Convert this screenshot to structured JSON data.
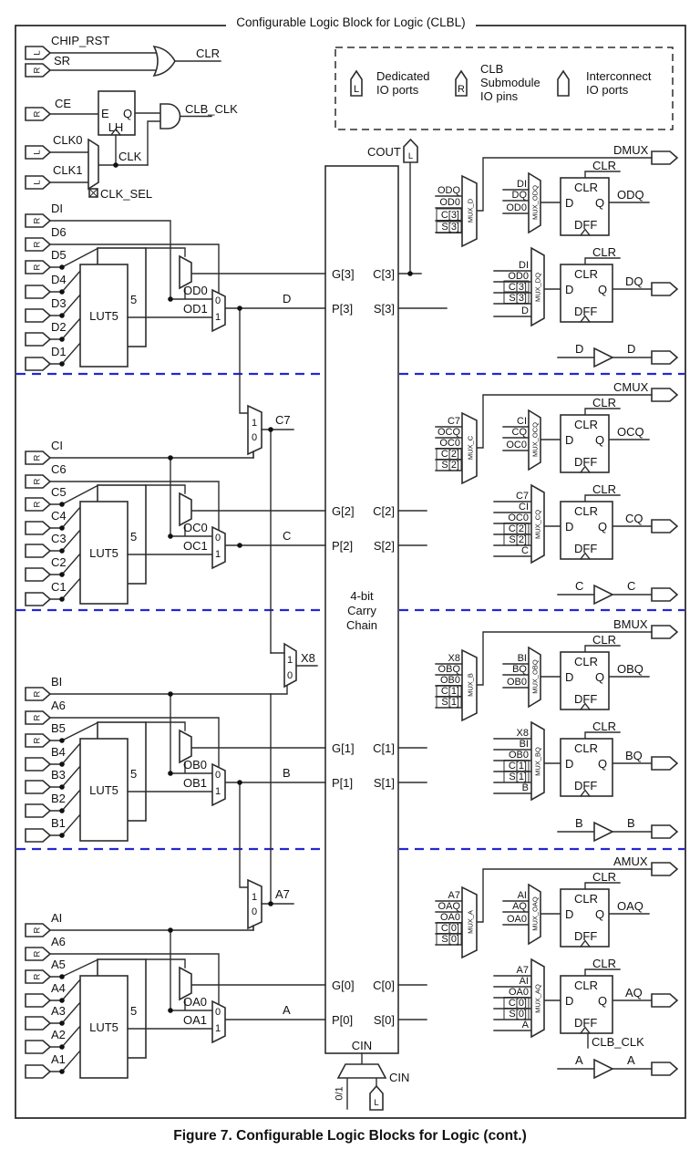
{
  "title": "Configurable Logic Block for Logic (CLBL)",
  "caption": "Figure 7. Configurable Logic Blocks for Logic (cont.)",
  "colors": {
    "wire": "#2d2d2d",
    "separator": "#2626d2"
  },
  "legend": {
    "dedicated": {
      "icon": "L",
      "line1": "Dedicated",
      "line2": "IO ports"
    },
    "submodule": {
      "icon": "R",
      "line1": "CLB",
      "line2": "Submodule",
      "line3": "IO pins"
    },
    "interconnect": {
      "line1": "Interconnect",
      "line2": "IO ports"
    }
  },
  "clock": {
    "chip_rst": "CHIP_RST",
    "chip_rst_port": "L",
    "sr": "SR",
    "sr_port": "R",
    "clr": "CLR",
    "ce": "CE",
    "ce_port": "R",
    "e": "E",
    "q": "Q",
    "lh": "LH",
    "clb_clk": "CLB_CLK",
    "clk0": "CLK0",
    "clk0_port": "L",
    "clk1": "CLK1",
    "clk1_port": "L",
    "clk": "CLK",
    "clk_sel": "CLK_SEL"
  },
  "carry": {
    "line1": "4-bit",
    "line2": "Carry",
    "line3": "Chain",
    "cout": "COUT",
    "cout_port": "L",
    "cin_inner": "CIN",
    "cin_outer": "CIN",
    "cin_sel": "0/1",
    "cin_port": "L",
    "rows": [
      {
        "g": "G[3]",
        "c": "C[3]",
        "p": "P[3]",
        "s": "S[3]"
      },
      {
        "g": "G[2]",
        "c": "C[2]",
        "p": "P[2]",
        "s": "S[2]"
      },
      {
        "g": "G[1]",
        "c": "C[1]",
        "p": "P[1]",
        "s": "S[1]"
      },
      {
        "g": "G[0]",
        "c": "C[0]",
        "p": "P[0]",
        "s": "S[0]"
      }
    ]
  },
  "sections": [
    {
      "name": "D",
      "inputs": [
        {
          "label": "DI",
          "port": "R"
        },
        {
          "label": "D6",
          "port": "R"
        },
        {
          "label": "D5",
          "port": "R"
        },
        {
          "label": "D4",
          "port": ""
        },
        {
          "label": "D3",
          "port": ""
        },
        {
          "label": "D2",
          "port": ""
        },
        {
          "label": "D1",
          "port": ""
        }
      ],
      "lut": "LUT5",
      "lut_back": "5",
      "sel0": "0",
      "sel1": "1",
      "o0": "OD0",
      "o1": "OD1",
      "out": "D",
      "mux_big": {
        "label": "MUX_D",
        "out": "DMUX",
        "inputs": [
          {
            "t": "ODQ"
          },
          {
            "t": "OD0"
          },
          {
            "t": "C[3]"
          },
          {
            "t": "S[3]"
          }
        ]
      },
      "mux_fb": {
        "label": "MUX_ODQ",
        "inputs": [
          {
            "t": "DI"
          },
          {
            "t": "DQ"
          },
          {
            "t": "OD0"
          }
        ]
      },
      "ff1": {
        "clr_wire": "CLR",
        "clr": "CLR",
        "d": "D",
        "q": "Q",
        "name": "DFF",
        "out": "ODQ"
      },
      "mux_main": {
        "label": "MUX_DQ",
        "inputs": [
          {
            "t": "DI"
          },
          {
            "t": "OD0"
          },
          {
            "t": "C[3]"
          },
          {
            "t": "S[3]"
          },
          {
            "t": "D"
          }
        ]
      },
      "ff2": {
        "clr_wire": "CLR",
        "clr": "CLR",
        "d": "D",
        "q": "Q",
        "name": "DFF",
        "out": "DQ"
      },
      "buf": {
        "in": "D",
        "out": "D"
      }
    },
    {
      "name": "C",
      "inputs": [
        {
          "label": "CI",
          "port": "R"
        },
        {
          "label": "C6",
          "port": "R"
        },
        {
          "label": "C5",
          "port": "R"
        },
        {
          "label": "C4",
          "port": ""
        },
        {
          "label": "C3",
          "port": ""
        },
        {
          "label": "C2",
          "port": ""
        },
        {
          "label": "C1",
          "port": ""
        }
      ],
      "lut": "LUT5",
      "lut_back": "5",
      "sel0": "0",
      "sel1": "1",
      "o0": "OC0",
      "o1": "OC1",
      "out": "C",
      "chain_mux": {
        "sel1": "1",
        "sel0": "0",
        "out": "C7"
      },
      "mux_big": {
        "label": "MUX_C",
        "out": "CMUX",
        "inputs": [
          {
            "t": "C7"
          },
          {
            "t": "OCQ"
          },
          {
            "t": "OC0"
          },
          {
            "t": "C[2]"
          },
          {
            "t": "S[2]"
          }
        ]
      },
      "mux_fb": {
        "label": "MUX_OCQ",
        "inputs": [
          {
            "t": "CI"
          },
          {
            "t": "CQ"
          },
          {
            "t": "OC0"
          }
        ]
      },
      "ff1": {
        "clr_wire": "CLR",
        "clr": "CLR",
        "d": "D",
        "q": "Q",
        "name": "DFF",
        "out": "OCQ"
      },
      "mux_main": {
        "label": "MUX_CQ",
        "inputs": [
          {
            "t": "C7"
          },
          {
            "t": "CI"
          },
          {
            "t": "OC0"
          },
          {
            "t": "C[2]"
          },
          {
            "t": "S[2]"
          },
          {
            "t": "C"
          }
        ]
      },
      "ff2": {
        "clr_wire": "CLR",
        "clr": "CLR",
        "d": "D",
        "q": "Q",
        "name": "DFF",
        "out": "CQ"
      },
      "buf": {
        "in": "C",
        "out": "C"
      }
    },
    {
      "name": "B",
      "inputs": [
        {
          "label": "BI",
          "port": "R"
        },
        {
          "label": "A6",
          "port": "R"
        },
        {
          "label": "B5",
          "port": "R"
        },
        {
          "label": "B4",
          "port": ""
        },
        {
          "label": "B3",
          "port": ""
        },
        {
          "label": "B2",
          "port": ""
        },
        {
          "label": "B1",
          "port": ""
        }
      ],
      "lut": "LUT5",
      "lut_back": "5",
      "sel0": "0",
      "sel1": "1",
      "o0": "OB0",
      "o1": "OB1",
      "out": "B",
      "chain_mux": {
        "sel1": "1",
        "sel0": "0",
        "out": "X8"
      },
      "mux_big": {
        "label": "MUX_B",
        "out": "BMUX",
        "inputs": [
          {
            "t": "X8"
          },
          {
            "t": "OBQ"
          },
          {
            "t": "OB0"
          },
          {
            "t": "C[1]"
          },
          {
            "t": "S[1]"
          }
        ]
      },
      "mux_fb": {
        "label": "MUX_OBQ",
        "inputs": [
          {
            "t": "BI"
          },
          {
            "t": "BQ"
          },
          {
            "t": "OB0"
          }
        ]
      },
      "ff1": {
        "clr_wire": "CLR",
        "clr": "CLR",
        "d": "D",
        "q": "Q",
        "name": "DFF",
        "out": "OBQ"
      },
      "mux_main": {
        "label": "MUX_BQ",
        "inputs": [
          {
            "t": "X8"
          },
          {
            "t": "BI"
          },
          {
            "t": "OB0"
          },
          {
            "t": "C[1]"
          },
          {
            "t": "S[1]"
          },
          {
            "t": "B"
          }
        ]
      },
      "ff2": {
        "clr_wire": "CLR",
        "clr": "CLR",
        "d": "D",
        "q": "Q",
        "name": "DFF",
        "out": "BQ"
      },
      "buf": {
        "in": "B",
        "out": "B"
      }
    },
    {
      "name": "A",
      "inputs": [
        {
          "label": "AI",
          "port": "R"
        },
        {
          "label": "A6",
          "port": "R"
        },
        {
          "label": "A5",
          "port": "R"
        },
        {
          "label": "A4",
          "port": ""
        },
        {
          "label": "A3",
          "port": ""
        },
        {
          "label": "A2",
          "port": ""
        },
        {
          "label": "A1",
          "port": ""
        }
      ],
      "lut": "LUT5",
      "lut_back": "5",
      "sel0": "0",
      "sel1": "1",
      "o0": "OA0",
      "o1": "OA1",
      "out": "A",
      "chain_mux": {
        "sel1": "1",
        "sel0": "0",
        "out": "A7"
      },
      "mux_big": {
        "label": "MUX_A",
        "out": "AMUX",
        "inputs": [
          {
            "t": "A7"
          },
          {
            "t": "OAQ"
          },
          {
            "t": "OA0"
          },
          {
            "t": "C[0]"
          },
          {
            "t": "S[0]"
          }
        ]
      },
      "mux_fb": {
        "label": "MUX_OAQ",
        "inputs": [
          {
            "t": "AI"
          },
          {
            "t": "AQ"
          },
          {
            "t": "OA0"
          }
        ]
      },
      "ff1": {
        "clr_wire": "CLR",
        "clr": "CLR",
        "d": "D",
        "q": "Q",
        "name": "DFF",
        "out": "OAQ"
      },
      "mux_main": {
        "label": "MUX_AQ",
        "inputs": [
          {
            "t": "A7"
          },
          {
            "t": "AI"
          },
          {
            "t": "OA0"
          },
          {
            "t": "C[0]"
          },
          {
            "t": "S[0]"
          },
          {
            "t": "A"
          }
        ]
      },
      "ff2": {
        "clr_wire": "CLR",
        "clr": "CLR",
        "d": "D",
        "q": "Q",
        "name": "DFF",
        "out": "AQ",
        "clk": "CLB_CLK"
      },
      "buf": {
        "in": "A",
        "out": "A"
      }
    }
  ]
}
